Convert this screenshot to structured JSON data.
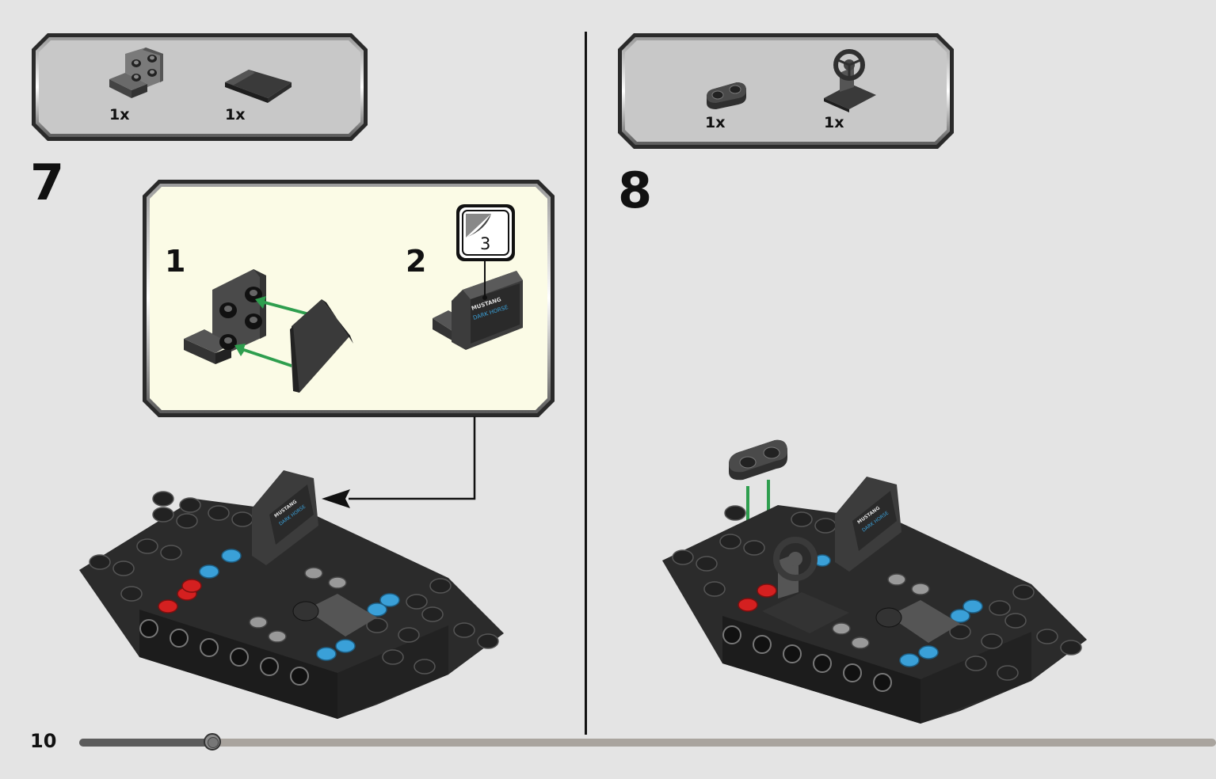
{
  "page": {
    "number": "10",
    "progress": 0.117
  },
  "step7": {
    "number": "7",
    "parts": [
      {
        "qty": "1x",
        "part": "bracket-plate-icon",
        "color": "#555555"
      },
      {
        "qty": "1x",
        "part": "slope-tile-icon",
        "color": "#2a2a2a"
      }
    ],
    "subassembly": {
      "background": "#fbfbe6",
      "steps": [
        {
          "number": "1"
        },
        {
          "number": "2"
        }
      ],
      "sticker": {
        "number": "3"
      }
    }
  },
  "step8": {
    "number": "8",
    "parts": [
      {
        "qty": "1x",
        "part": "plate-2x1-rounded-icon",
        "color": "#2f2f2f"
      },
      {
        "qty": "1x",
        "part": "steering-wheel-icon",
        "color": "#2f2f2f"
      }
    ]
  },
  "colors": {
    "background": "#e4e4e4",
    "callout_box": "#c8c8c8",
    "arrow": "#2e9e4e",
    "brick_black": "#2b2b2b",
    "brick_blue": "#3aa0d8",
    "brick_red": "#d42020",
    "progress_track": "#a9a49e",
    "progress_fill": "#5c5c5c"
  }
}
